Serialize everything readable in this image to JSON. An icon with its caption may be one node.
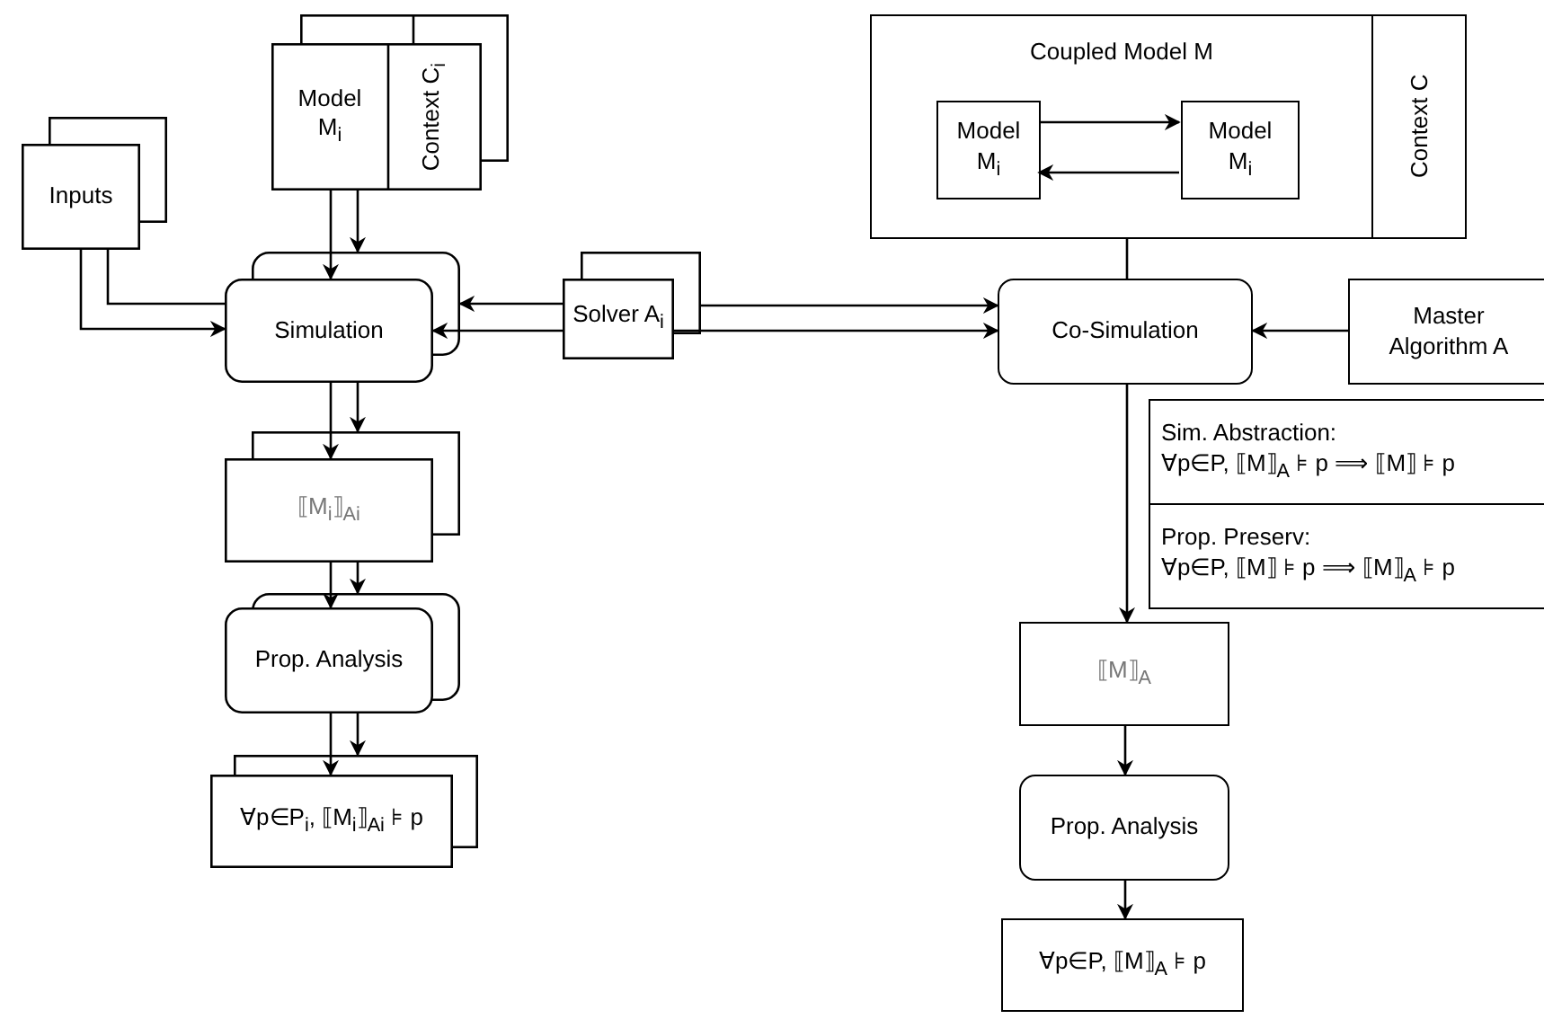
{
  "diagram": {
    "nodes": [
      {
        "text": [
          "Inputs"
        ]
      },
      {
        "text": [
          "Model M$_{i}$",
          "Context C$_{i}$"
        ]
      },
      {
        "text": [
          "Simulation"
        ]
      },
      {
        "text": [
          "Solver A$_{i}$"
        ]
      },
      {
        "text": [
          "Coupled Model M"
        ]
      },
      {
        "text": [
          "Model M$_{i}$"
        ],
        "in": 4
      },
      {
        "text": [
          "Model M$_{i}$"
        ],
        "in": 4
      },
      {
        "text": [
          "Context C"
        ],
        "in": 4
      },
      {
        "text": [
          "Co-Simulation"
        ]
      },
      {
        "text": [
          "Master Algorithm A"
        ]
      },
      {
        "text": [
          "Sim. Abstraction:",
          "∀p∈P, ⟦M⟧$_{A}$ ⊧ p ⟹ ⟦M⟧ ⊧ p"
        ]
      },
      {
        "text": [
          "Prop. Preserv:",
          "∀p∈P, ⟦M⟧ ⊧ p ⟹ ⟦M⟧$_{A}$ ⊧ p"
        ]
      },
      {
        "text": [
          "⟦M$_{i}$⟧$_{Ai}$"
        ]
      },
      {
        "text": [
          "Prop. Analysis"
        ]
      },
      {
        "text": [
          "∀p∈P$_{i}$, ⟦M$_{i}$⟧$_{Ai}$ ⊧ p"
        ]
      },
      {
        "text": [
          "⟦M⟧$_{A}$"
        ]
      },
      {
        "text": [
          "Prop. Analysis"
        ]
      },
      {
        "text": [
          "∀p∈P, ⟦M⟧$_{A}$ ⊧ p"
        ]
      }
    ],
    "edges": [
      {
        "from": 0,
        "to": 2,
        "arrow": "to"
      },
      {
        "from": 0,
        "to": 2,
        "arrow": "none"
      },
      {
        "from": 1,
        "to": 2,
        "arrow": "to"
      },
      {
        "from": 1,
        "to": 2,
        "arrow": "to"
      },
      {
        "from": 3,
        "to": 2,
        "arrow": "to"
      },
      {
        "from": 3,
        "to": 2,
        "arrow": "to"
      },
      {
        "from": 3,
        "to": 8,
        "arrow": "to"
      },
      {
        "from": 3,
        "to": 8,
        "arrow": "to"
      },
      {
        "from": 9,
        "to": 8,
        "arrow": "to"
      },
      {
        "from": 4,
        "to": 8,
        "arrow": "none"
      },
      {
        "from": 5,
        "to": 6,
        "arrow": "to"
      },
      {
        "from": 6,
        "to": 5,
        "arrow": "to"
      },
      {
        "from": 2,
        "to": 12,
        "arrow": "to"
      },
      {
        "from": 2,
        "to": 12,
        "arrow": "to"
      },
      {
        "from": 12,
        "to": 13,
        "arrow": "to"
      },
      {
        "from": 12,
        "to": 13,
        "arrow": "to"
      },
      {
        "from": 13,
        "to": 14,
        "arrow": "to"
      },
      {
        "from": 13,
        "to": 14,
        "arrow": "to"
      },
      {
        "from": 8,
        "to": 15,
        "arrow": "to"
      },
      {
        "from": 15,
        "to": 16,
        "arrow": "to"
      },
      {
        "from": 16,
        "to": 17,
        "arrow": "to"
      }
    ]
  }
}
